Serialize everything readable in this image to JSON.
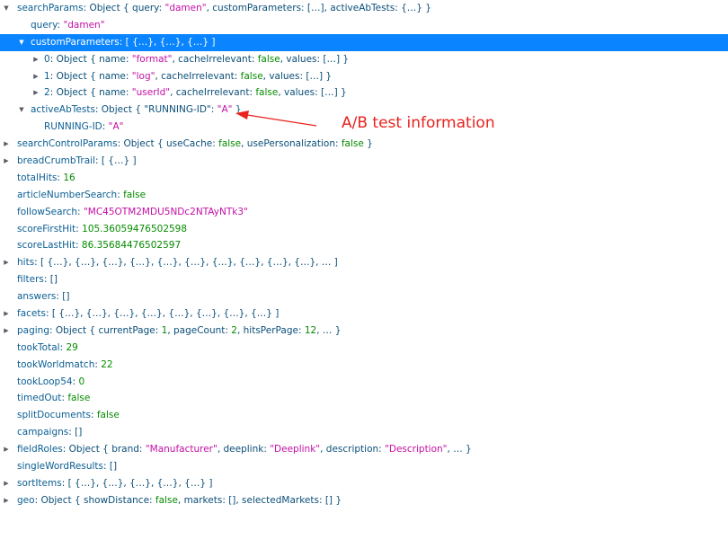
{
  "annotation": {
    "text": "A/B test information",
    "color": "#e8231e"
  },
  "selection_color": "#0a84ff",
  "rows": [
    {
      "depth": 0,
      "twisty": "open",
      "parts": [
        [
          "k",
          "searchParams"
        ],
        [
          "p",
          ": Object { query: "
        ],
        [
          "s",
          "\"damen\""
        ],
        [
          "p",
          ", customParameters: […], activeAbTests: {…} }"
        ]
      ]
    },
    {
      "depth": 1,
      "twisty": "none",
      "parts": [
        [
          "k",
          "query"
        ],
        [
          "p",
          ": "
        ],
        [
          "s",
          "\"damen\""
        ]
      ]
    },
    {
      "depth": 1,
      "twisty": "open",
      "selected": true,
      "parts": [
        [
          "k",
          "customParameters"
        ],
        [
          "p",
          ": [ {…}, {…}, {…} ]"
        ]
      ]
    },
    {
      "depth": 2,
      "twisty": "closed",
      "parts": [
        [
          "k",
          "0"
        ],
        [
          "p",
          ": Object { name: "
        ],
        [
          "s",
          "\"format\""
        ],
        [
          "p",
          ", cacheIrrelevant: "
        ],
        [
          "b",
          "false"
        ],
        [
          "p",
          ", values: […] }"
        ]
      ]
    },
    {
      "depth": 2,
      "twisty": "closed",
      "parts": [
        [
          "k",
          "1"
        ],
        [
          "p",
          ": Object { name: "
        ],
        [
          "s",
          "\"log\""
        ],
        [
          "p",
          ", cacheIrrelevant: "
        ],
        [
          "b",
          "false"
        ],
        [
          "p",
          ", values: […] }"
        ]
      ]
    },
    {
      "depth": 2,
      "twisty": "closed",
      "parts": [
        [
          "k",
          "2"
        ],
        [
          "p",
          ": Object { name: "
        ],
        [
          "s",
          "\"userId\""
        ],
        [
          "p",
          ", cacheIrrelevant: "
        ],
        [
          "b",
          "false"
        ],
        [
          "p",
          ", values: […] }"
        ]
      ]
    },
    {
      "depth": 1,
      "twisty": "open",
      "parts": [
        [
          "k",
          "activeAbTests"
        ],
        [
          "p",
          ": Object { \"RUNNING-ID\": "
        ],
        [
          "s",
          "\"A\""
        ],
        [
          "p",
          " }"
        ]
      ]
    },
    {
      "depth": 2,
      "twisty": "none",
      "parts": [
        [
          "k",
          "RUNNING-ID"
        ],
        [
          "p",
          ": "
        ],
        [
          "s",
          "\"A\""
        ]
      ]
    },
    {
      "depth": 0,
      "twisty": "closed",
      "parts": [
        [
          "k",
          "searchControlParams"
        ],
        [
          "p",
          ": Object { useCache: "
        ],
        [
          "b",
          "false"
        ],
        [
          "p",
          ", usePersonalization: "
        ],
        [
          "b",
          "false"
        ],
        [
          "p",
          " }"
        ]
      ]
    },
    {
      "depth": 0,
      "twisty": "closed",
      "parts": [
        [
          "k",
          "breadCrumbTrail"
        ],
        [
          "p",
          ": [ {…} ]"
        ]
      ]
    },
    {
      "depth": 0,
      "twisty": "none",
      "parts": [
        [
          "k",
          "totalHits"
        ],
        [
          "p",
          ": "
        ],
        [
          "n",
          "16"
        ]
      ]
    },
    {
      "depth": 0,
      "twisty": "none",
      "parts": [
        [
          "k",
          "articleNumberSearch"
        ],
        [
          "p",
          ": "
        ],
        [
          "b",
          "false"
        ]
      ]
    },
    {
      "depth": 0,
      "twisty": "none",
      "parts": [
        [
          "k",
          "followSearch"
        ],
        [
          "p",
          ": "
        ],
        [
          "s",
          "\"MC45OTM2MDU5NDc2NTAyNTk3\""
        ]
      ]
    },
    {
      "depth": 0,
      "twisty": "none",
      "parts": [
        [
          "k",
          "scoreFirstHit"
        ],
        [
          "p",
          ": "
        ],
        [
          "n",
          "105.36059476502598"
        ]
      ]
    },
    {
      "depth": 0,
      "twisty": "none",
      "parts": [
        [
          "k",
          "scoreLastHit"
        ],
        [
          "p",
          ": "
        ],
        [
          "n",
          "86.35684476502597"
        ]
      ]
    },
    {
      "depth": 0,
      "twisty": "closed",
      "parts": [
        [
          "k",
          "hits"
        ],
        [
          "p",
          ": [ {…}, {…}, {…}, {…}, {…}, {…}, {…}, {…}, {…}, {…}, … ]"
        ]
      ]
    },
    {
      "depth": 0,
      "twisty": "none",
      "parts": [
        [
          "k",
          "filters"
        ],
        [
          "p",
          ": []"
        ]
      ]
    },
    {
      "depth": 0,
      "twisty": "none",
      "parts": [
        [
          "k",
          "answers"
        ],
        [
          "p",
          ": []"
        ]
      ]
    },
    {
      "depth": 0,
      "twisty": "closed",
      "parts": [
        [
          "k",
          "facets"
        ],
        [
          "p",
          ": [ {…}, {…}, {…}, {…}, {…}, {…}, {…}, {…} ]"
        ]
      ]
    },
    {
      "depth": 0,
      "twisty": "closed",
      "parts": [
        [
          "k",
          "paging"
        ],
        [
          "p",
          ": Object { currentPage: "
        ],
        [
          "n",
          "1"
        ],
        [
          "p",
          ", pageCount: "
        ],
        [
          "n",
          "2"
        ],
        [
          "p",
          ", hitsPerPage: "
        ],
        [
          "n",
          "12"
        ],
        [
          "p",
          ", … }"
        ]
      ]
    },
    {
      "depth": 0,
      "twisty": "none",
      "parts": [
        [
          "k",
          "tookTotal"
        ],
        [
          "p",
          ": "
        ],
        [
          "n",
          "29"
        ]
      ]
    },
    {
      "depth": 0,
      "twisty": "none",
      "parts": [
        [
          "k",
          "tookWorldmatch"
        ],
        [
          "p",
          ": "
        ],
        [
          "n",
          "22"
        ]
      ]
    },
    {
      "depth": 0,
      "twisty": "none",
      "parts": [
        [
          "k",
          "tookLoop54"
        ],
        [
          "p",
          ": "
        ],
        [
          "n",
          "0"
        ]
      ]
    },
    {
      "depth": 0,
      "twisty": "none",
      "parts": [
        [
          "k",
          "timedOut"
        ],
        [
          "p",
          ": "
        ],
        [
          "b",
          "false"
        ]
      ]
    },
    {
      "depth": 0,
      "twisty": "none",
      "parts": [
        [
          "k",
          "splitDocuments"
        ],
        [
          "p",
          ": "
        ],
        [
          "b",
          "false"
        ]
      ]
    },
    {
      "depth": 0,
      "twisty": "none",
      "parts": [
        [
          "k",
          "campaigns"
        ],
        [
          "p",
          ": []"
        ]
      ]
    },
    {
      "depth": 0,
      "twisty": "closed",
      "parts": [
        [
          "k",
          "fieldRoles"
        ],
        [
          "p",
          ": Object { brand: "
        ],
        [
          "s",
          "\"Manufacturer\""
        ],
        [
          "p",
          ", deeplink: "
        ],
        [
          "s",
          "\"Deeplink\""
        ],
        [
          "p",
          ", description: "
        ],
        [
          "s",
          "\"Description\""
        ],
        [
          "p",
          ", … }"
        ]
      ]
    },
    {
      "depth": 0,
      "twisty": "none",
      "parts": [
        [
          "k",
          "singleWordResults"
        ],
        [
          "p",
          ": []"
        ]
      ]
    },
    {
      "depth": 0,
      "twisty": "closed",
      "parts": [
        [
          "k",
          "sortItems"
        ],
        [
          "p",
          ": [ {…}, {…}, {…}, {…}, {…} ]"
        ]
      ]
    },
    {
      "depth": 0,
      "twisty": "closed",
      "parts": [
        [
          "k",
          "geo"
        ],
        [
          "p",
          ": Object { showDistance: "
        ],
        [
          "b",
          "false"
        ],
        [
          "p",
          ", markets: [], selectedMarkets: [] }"
        ]
      ]
    }
  ]
}
